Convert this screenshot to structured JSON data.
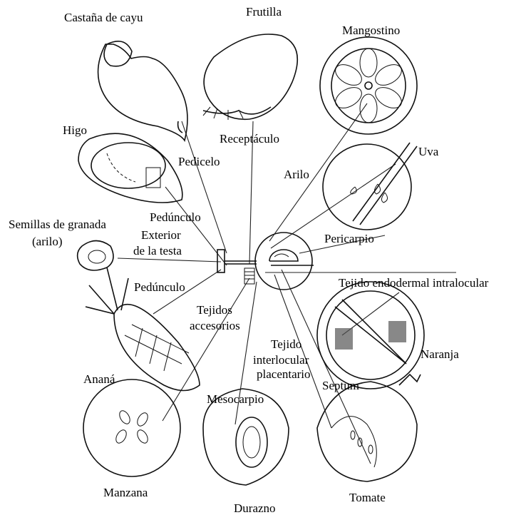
{
  "labels": {
    "castana": "Castaña de cayu",
    "frutilla": "Frutilla",
    "mangostino": "Mangostino",
    "higo": "Higo",
    "receptaculo": "Receptáculo",
    "uva": "Uva",
    "pedicelo": "Pedicelo",
    "arilo": "Arilo",
    "pedunculo_top": "Pedúnculo",
    "semillas_1": "Semillas de granada",
    "semillas_2": "(arilo)",
    "exterior_1": "Exterior",
    "exterior_2": "de la testa",
    "pericarpio": "Pericarpio",
    "pedunculo_bottom": "Pedúnculo",
    "tejido_endo": "Tejido endodermal intralocular",
    "tejidos_acc_1": "Tejidos",
    "tejidos_acc_2": "accesorios",
    "tejido_inter_1": "Tejido",
    "tejido_inter_2": "interlocular",
    "tejido_inter_3": "placentario",
    "naranja": "Naranja",
    "anana": "Ananá",
    "septum": "Septum",
    "mesocarpio": "Mesocarpio",
    "manzana": "Manzana",
    "tomate": "Tomate",
    "durazno": "Durazno"
  }
}
